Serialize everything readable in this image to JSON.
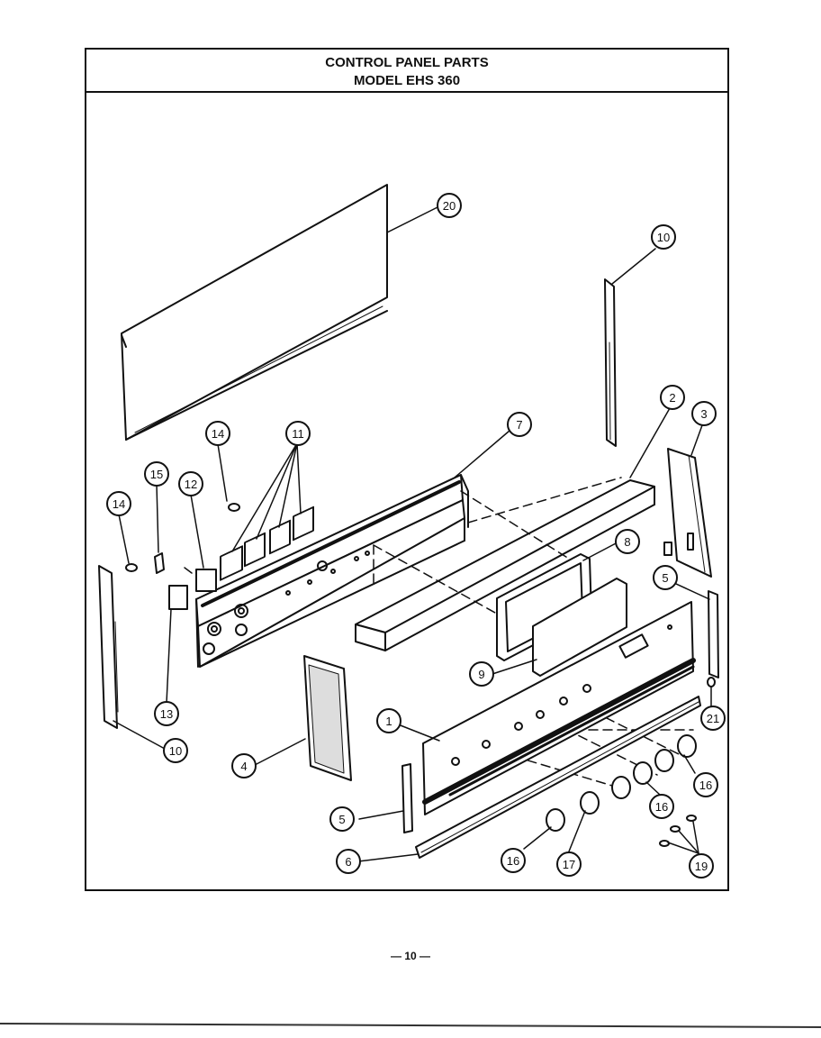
{
  "title": {
    "line1": "CONTROL PANEL PARTS",
    "line2": "MODEL EHS 360"
  },
  "page_number": "— 10 —",
  "callouts": [
    {
      "id": "c20",
      "label": "20"
    },
    {
      "id": "c10a",
      "label": "10"
    },
    {
      "id": "c2",
      "label": "2"
    },
    {
      "id": "c3",
      "label": "3"
    },
    {
      "id": "c7",
      "label": "7"
    },
    {
      "id": "c11",
      "label": "11"
    },
    {
      "id": "c14a",
      "label": "14"
    },
    {
      "id": "c14b",
      "label": "14"
    },
    {
      "id": "c15",
      "label": "15"
    },
    {
      "id": "c12",
      "label": "12"
    },
    {
      "id": "c8",
      "label": "8"
    },
    {
      "id": "c5a",
      "label": "5"
    },
    {
      "id": "c9",
      "label": "9"
    },
    {
      "id": "c13",
      "label": "13"
    },
    {
      "id": "c10b",
      "label": "10"
    },
    {
      "id": "c1",
      "label": "1"
    },
    {
      "id": "c21",
      "label": "21"
    },
    {
      "id": "c4",
      "label": "4"
    },
    {
      "id": "c16a",
      "label": "16"
    },
    {
      "id": "c16b",
      "label": "16"
    },
    {
      "id": "c16c",
      "label": "16"
    },
    {
      "id": "c5b",
      "label": "5"
    },
    {
      "id": "c6",
      "label": "6"
    },
    {
      "id": "c17",
      "label": "17"
    },
    {
      "id": "c19",
      "label": "19"
    }
  ]
}
